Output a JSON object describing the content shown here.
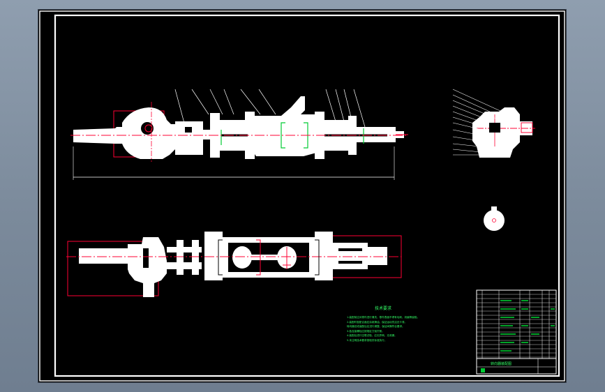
{
  "app": {
    "window_title": ""
  },
  "drawing": {
    "notes_title": "技术要求",
    "notes": [
      "1.装配前应对零件进行清洗，零件表面不得有毛刺、划痕等缺陷。",
      "2.装配时各配合面应涂润滑油，保证运动灵活无卡滞。",
      "  转向器总成装配后应进行调整，保证间隙符合要求。",
      "3.各连接螺栓应按规定力矩拧紧。",
      "4.装配后进行空载试验，应无异响、无泄漏。",
      "5.未注明技术要求按相关标准执行。"
    ],
    "title_block": {
      "name": "转向器装配图"
    }
  },
  "colors": {
    "background": "#000000",
    "frame": "#ffffff",
    "part_fill": "#ffffff",
    "centerline": "#ff0033",
    "annotation": "#00cc33",
    "text_green": "#33ff66"
  }
}
